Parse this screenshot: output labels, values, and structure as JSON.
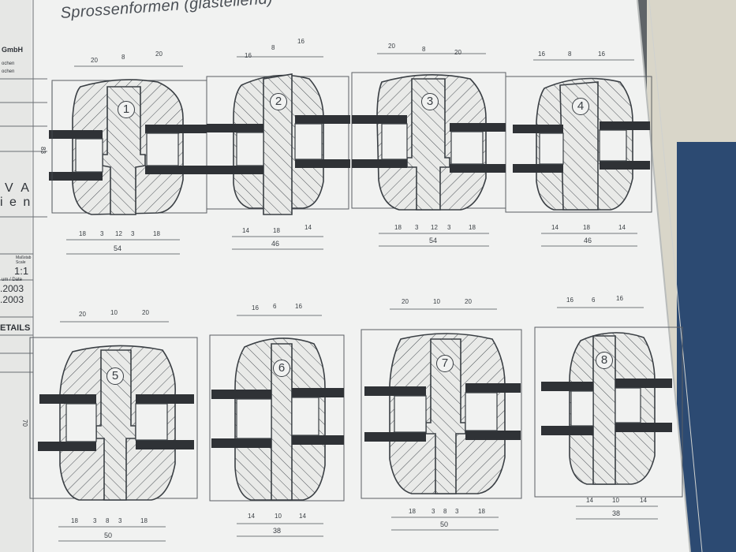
{
  "document": {
    "title": "Sprossenformen (glasteilend)",
    "left_strip": {
      "company_fragment": "GmbH",
      "line_1": "ochen",
      "line_2": "ochen",
      "line_3": "V A",
      "line_4": "i e n",
      "scale_label_1": "Maßstab",
      "scale_label_2": "Scale",
      "scale_value": "1:1",
      "date_label": "um / Date",
      "date_1": ".2003",
      "date_2": ".2003",
      "details_label": "ETAILS"
    },
    "colors": {
      "paper": "#f1f2f1",
      "ink": "#3a3f44",
      "glass": "#2f3236",
      "wall": "#5f6468",
      "panel": "#d9d6c9"
    },
    "profiles": [
      {
        "number": "1",
        "top_dims": [
          "20",
          "8",
          "20"
        ],
        "bottom_dims": [
          "18",
          "3",
          "12",
          "3",
          "18"
        ],
        "total": "54"
      },
      {
        "number": "2",
        "top_dims": [
          "16",
          "8",
          "16"
        ],
        "bottom_dims": [
          "14",
          "18",
          "14"
        ],
        "total": "46"
      },
      {
        "number": "3",
        "top_dims": [
          "20",
          "8",
          "20"
        ],
        "bottom_dims": [
          "18",
          "3",
          "12",
          "3",
          "18"
        ],
        "total": "54"
      },
      {
        "number": "4",
        "top_dims": [
          "16",
          "8",
          "16"
        ],
        "bottom_dims": [
          "14",
          "18",
          "14"
        ],
        "total": "46"
      },
      {
        "number": "5",
        "top_dims": [
          "20",
          "10",
          "20"
        ],
        "bottom_dims": [
          "18",
          "3",
          "8",
          "3",
          "18"
        ],
        "total": "50"
      },
      {
        "number": "6",
        "top_dims": [
          "16",
          "6",
          "16"
        ],
        "bottom_dims": [
          "14",
          "10",
          "14"
        ],
        "total": "38"
      },
      {
        "number": "7",
        "top_dims": [
          "20",
          "10",
          "20"
        ],
        "bottom_dims": [
          "18",
          "3",
          "8",
          "3",
          "18"
        ],
        "total": "50"
      },
      {
        "number": "8",
        "top_dims": [
          "16",
          "6",
          "16"
        ],
        "bottom_dims": [
          "14",
          "10",
          "14"
        ],
        "total": "38"
      }
    ],
    "height_dims": [
      "83",
      "70"
    ]
  }
}
